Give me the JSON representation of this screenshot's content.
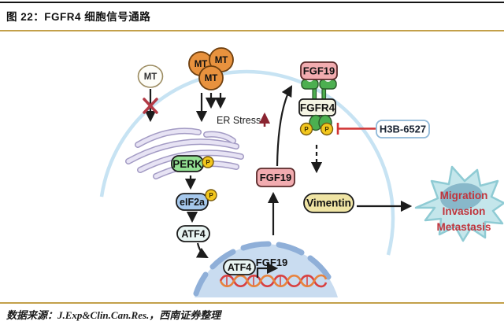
{
  "header": {
    "title": "图 22：FGFR4 细胞信号通路"
  },
  "footer": {
    "source": "数据来源：J.Exp&Clin.Can.Res.，西南证券整理"
  },
  "colors": {
    "gold_rule": "#C3A04A",
    "red_accent": "#C0343C",
    "inhibitor_red": "#D13434",
    "membrane_blue": "#C7E3F3",
    "mt_orange": "#E8923E",
    "receptor_green": "#4CAF50",
    "phospho_yellow": "#F3C71D"
  },
  "diagram": {
    "mt": "MT",
    "er_stress": "ER Stress",
    "perk": "PERK",
    "eif2a": "eIF2a",
    "atf4": "ATF4",
    "atf4_nuclear": "ATF4",
    "fgf19_gene": "FGF19",
    "fgf19_cytoplasm": "FGF19",
    "fgf19_ligand": "FGF19",
    "fgfr4": "FGFR4",
    "phospho": "P",
    "inhibitor": "H3B-6527",
    "vimentin": "Vimentin",
    "outcome_lines": [
      "Migration",
      "Invasion",
      "Metastasis"
    ]
  }
}
